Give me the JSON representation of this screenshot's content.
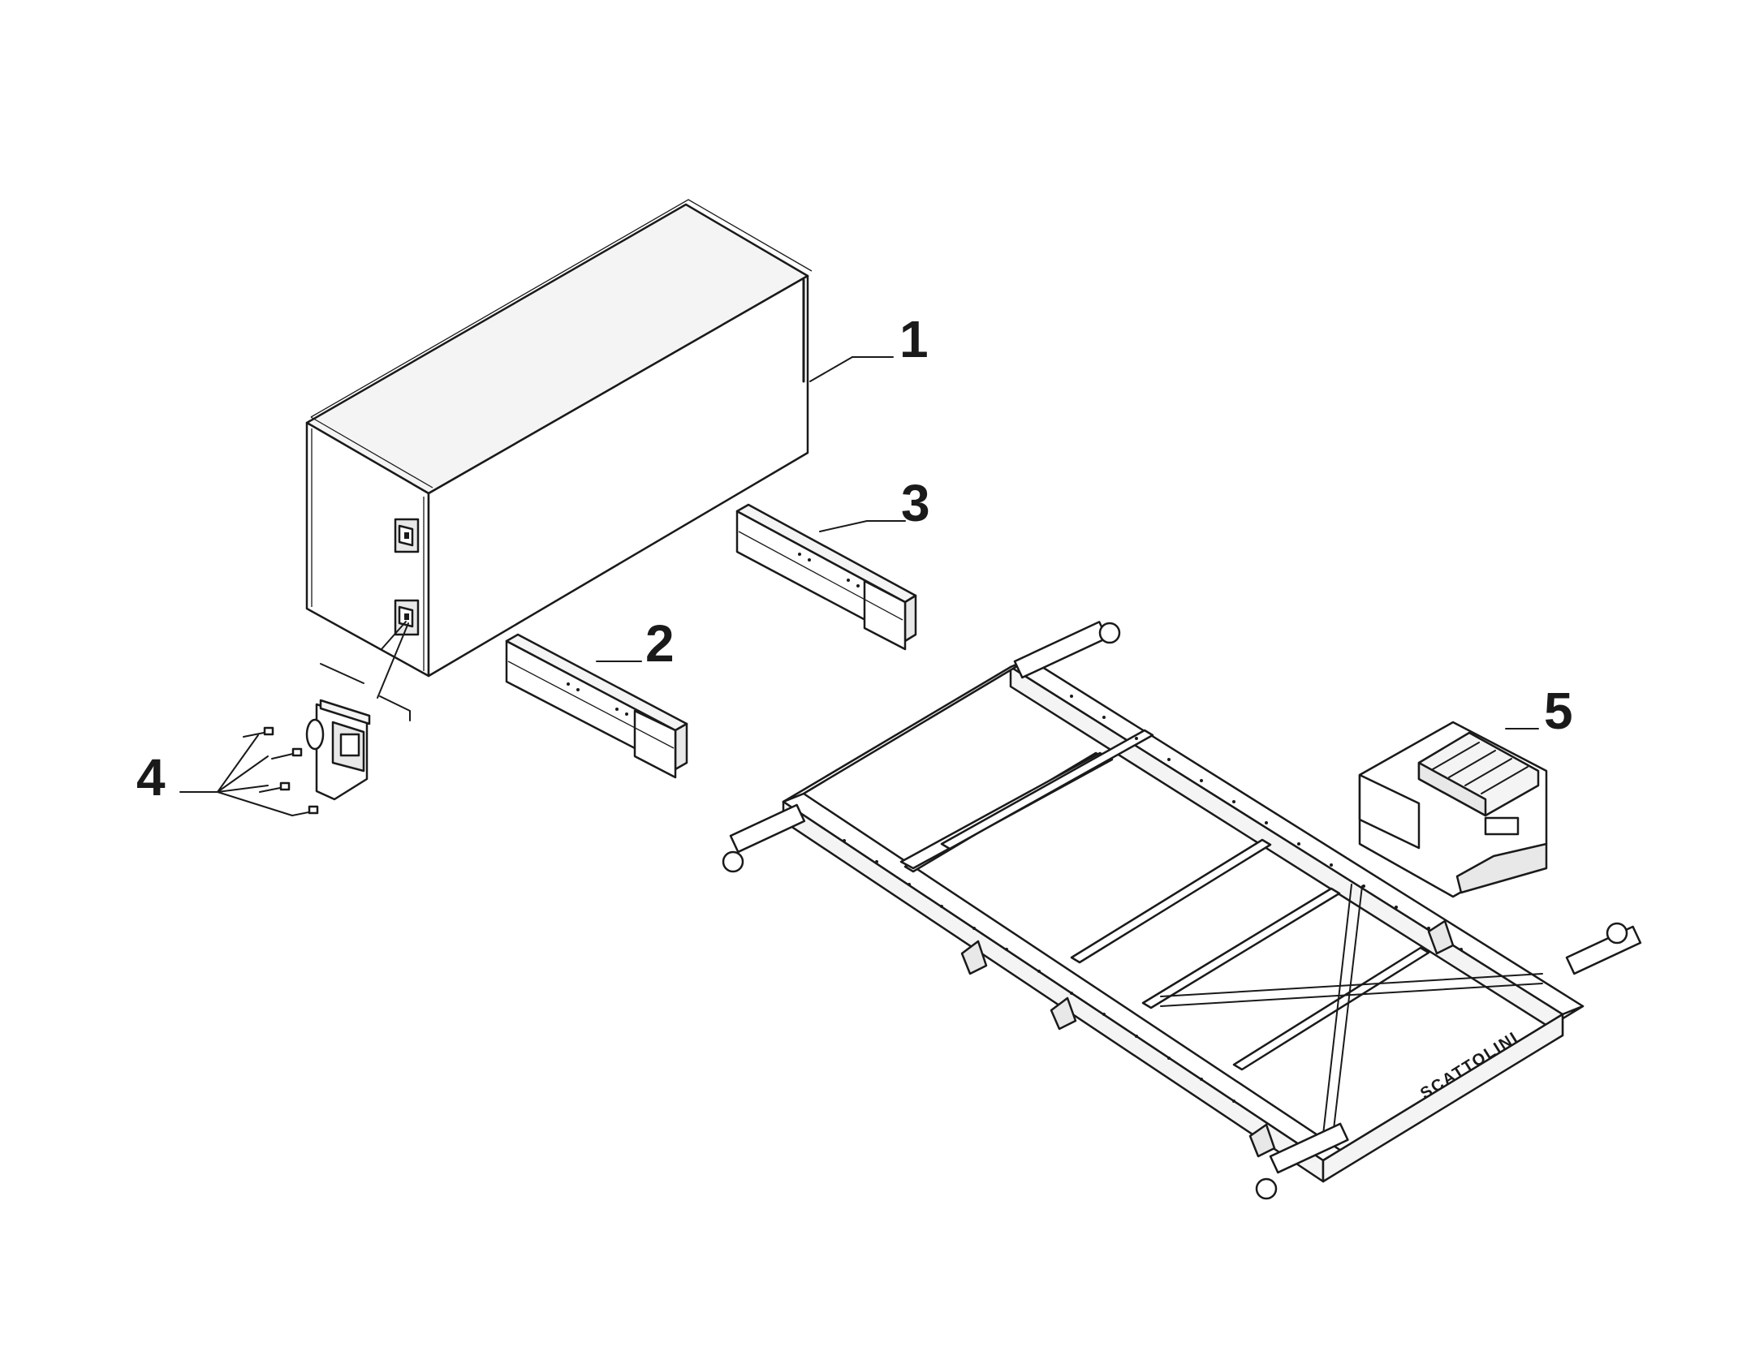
{
  "diagram": {
    "callouts": [
      {
        "id": "1",
        "label": "1"
      },
      {
        "id": "2",
        "label": "2"
      },
      {
        "id": "3",
        "label": "3"
      },
      {
        "id": "4",
        "label": "4"
      },
      {
        "id": "5",
        "label": "5"
      }
    ],
    "frame_brand": "SCATTOLINI"
  }
}
